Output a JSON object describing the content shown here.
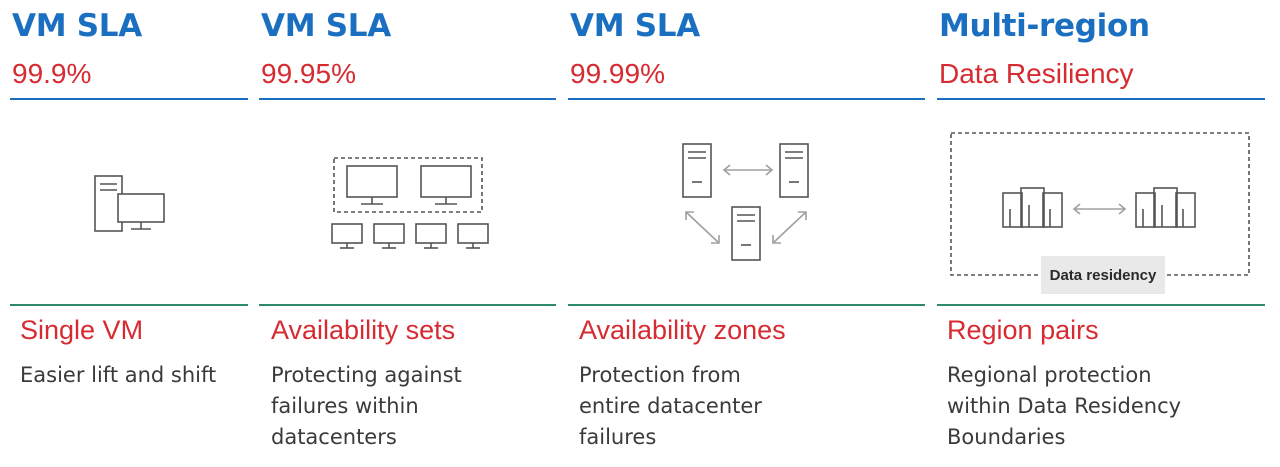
{
  "columns": [
    {
      "title": "VM SLA",
      "subtitle": "99.9%",
      "name": "Single VM",
      "description": "Easier lift and shift",
      "icon": "single-vm-icon"
    },
    {
      "title": "VM SLA",
      "subtitle": "99.95%",
      "name": "Availability sets",
      "description": "Protecting against\nfailures within\ndatacenters",
      "icon": "availability-sets-icon"
    },
    {
      "title": "VM SLA",
      "subtitle": "99.99%",
      "name": "Availability zones",
      "description": "Protection from\nentire datacenter\nfailures",
      "icon": "availability-zones-icon"
    },
    {
      "title": "Multi-region",
      "subtitle": "Data Resiliency",
      "name": "Region pairs",
      "description": "Regional protection\nwithin Data Residency\nBoundaries",
      "icon": "region-pairs-icon",
      "boundary_label": "Data residency"
    }
  ],
  "colors": {
    "title_blue": "#1a6fc0",
    "accent_red": "#d62b30",
    "divider_green": "#2e8b6a",
    "icon_stroke": "#555555",
    "arrow_gray": "#a0a0a0"
  }
}
